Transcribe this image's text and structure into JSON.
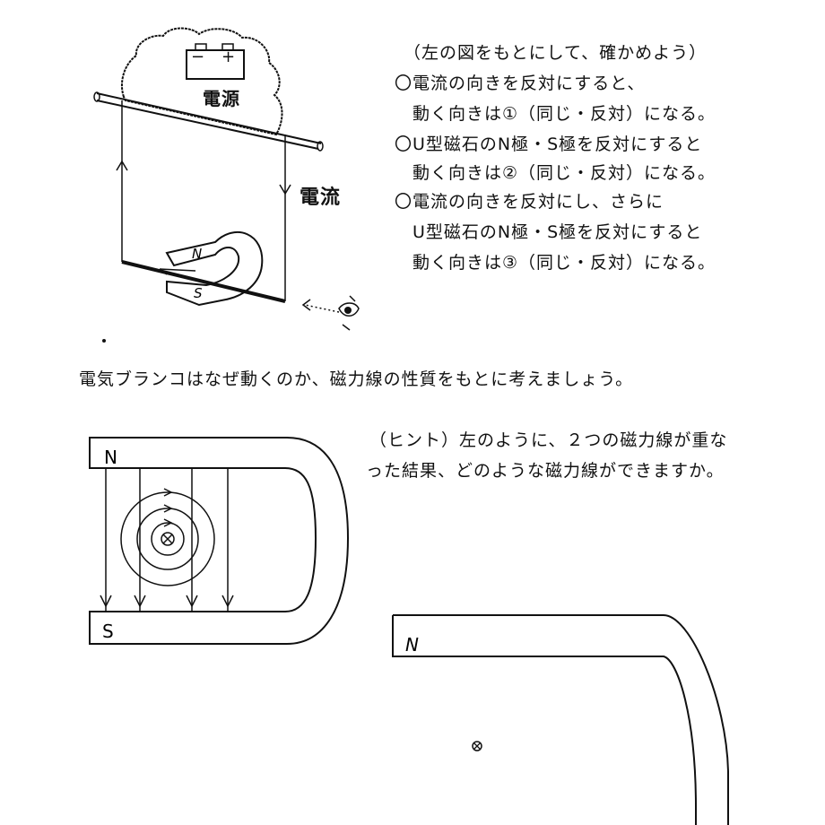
{
  "top_diagram": {
    "power_label": "電源",
    "minus": "−",
    "plus": "+",
    "current_label": "電流",
    "magnet_n": "N",
    "magnet_s": "S"
  },
  "questions": {
    "intro": "（左の図をもとにして、確かめよう）",
    "q1_line1": "〇電流の向きを反対にすると、",
    "q1_line2": "動く向きは①（同じ・反対）になる。",
    "q2_line1": "〇U型磁石のN極・S極を反対にすると",
    "q2_line2": "動く向きは②（同じ・反対）になる。",
    "q3_line1": "〇電流の向きを反対にし、さらに",
    "q3_line2": "U型磁石のN極・S極を反対にすると",
    "q3_line3": "動く向きは③（同じ・反対）になる。"
  },
  "middle_prompt": "電気ブランコはなぜ動くのか、磁力線の性質をもとに考えましょう。",
  "hint": {
    "line1": "（ヒント）左のように、２つの磁力線が重な",
    "line2": "った結果、どのような磁力線ができますか。"
  },
  "left_magnet": {
    "n": "N",
    "s": "S"
  },
  "right_magnet": {
    "n": "N"
  }
}
